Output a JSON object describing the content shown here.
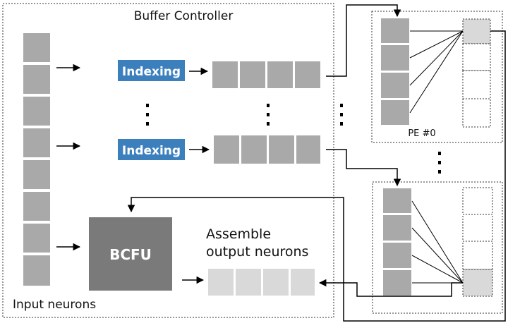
{
  "buffer_controller": {
    "title": "Buffer Controller"
  },
  "input_neurons": {
    "label": "Input neurons",
    "cell_count": 8
  },
  "indexing_blocks": [
    {
      "label": "Indexing"
    },
    {
      "label": "Indexing"
    }
  ],
  "bcfu": {
    "label": "BCFU"
  },
  "assemble": {
    "label_line1": "Assemble",
    "label_line2": "output neurons"
  },
  "processing_elements": [
    {
      "label": "PE #0"
    },
    {
      "label": ""
    }
  ],
  "colors": {
    "neuron_cell": "#a9a9a9",
    "indexing_fill": "#3c7fbd",
    "bcfu_fill": "#7a7a7a",
    "output_cell": "#d9d9d9",
    "line": "#000000"
  }
}
